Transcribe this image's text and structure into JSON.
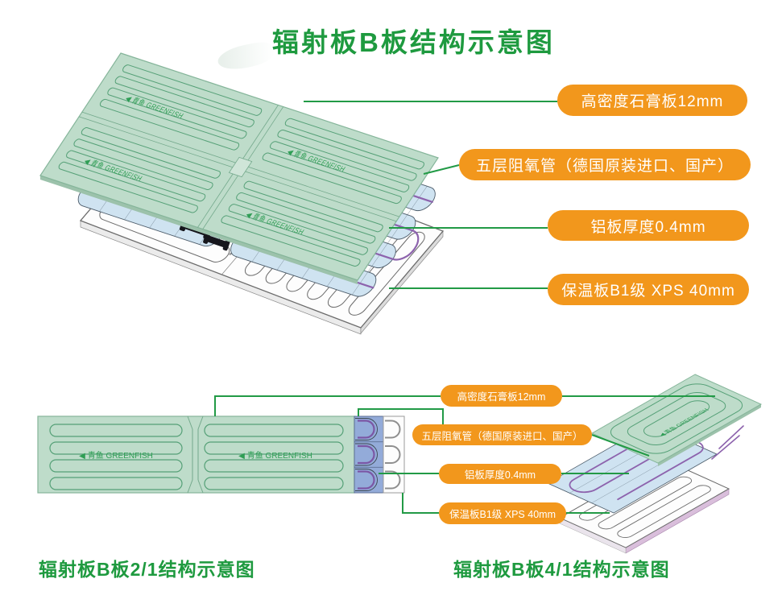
{
  "title": "辐射板B板结构示意图",
  "brand": "青鱼 GREENFISH",
  "icons": {
    "fish": "◀"
  },
  "colors": {
    "title_green": "#1e9a3f",
    "label_orange": "#f2971c",
    "leader_line_green": "#229a46",
    "gypsum_board_green": "#bedcca",
    "groove_green": "#55a077",
    "aluminum_plate_blue": "#cfe3f1",
    "pipe_purple": "#8d63ad",
    "edge_section_blue": "#93abd9",
    "insulation_white": "#fdfdfd",
    "insulation_edge_pink": "#d9bedb"
  },
  "top_diagram": {
    "labels": [
      {
        "text": "高密度石膏板12mm"
      },
      {
        "text": "五层阻氧管（德国原装进口、国产）"
      },
      {
        "text": "铝板厚度0.4mm"
      },
      {
        "text": "保温板B1级 XPS 40mm"
      }
    ]
  },
  "bottom_diagrams": {
    "labels": [
      {
        "text": "高密度石膏板12mm"
      },
      {
        "text": "五层阻氧管（德国原装进口、国产）"
      },
      {
        "text": "铝板厚度0.4mm"
      },
      {
        "text": "保温板B1级 XPS 40mm"
      }
    ],
    "left_caption": "辐射板B板2/1结构示意图",
    "right_caption": "辐射板B板4/1结构示意图"
  }
}
